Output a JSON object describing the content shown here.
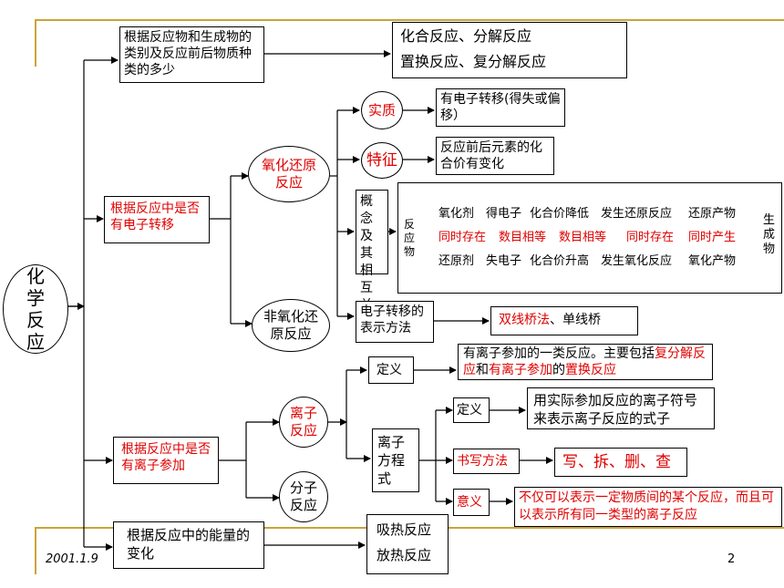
{
  "root": {
    "label": "化学反应"
  },
  "b1": {
    "criterion": "根据反应物和生成物的类别及反应前后物质种类的多少",
    "result_line1": "化合反应、分解反应",
    "result_line2": "置换反应、复分解反应"
  },
  "b2": {
    "criterion": "根据反应中是否有电子转移",
    "redox": "氧化还原反应",
    "non_redox": "非氧化还原反应",
    "essence_label": "实质",
    "essence_text": "有电子转移(得失或偏移）",
    "feature_label": "特征",
    "feature_text": "反应前后元素的化合价有变化",
    "concept_label": "概念及其相互关系",
    "reactant_label": "反应物",
    "product_label": "生成物",
    "row_top": [
      "氧化剂",
      "得电子",
      "化合价降低",
      "发生还原反应",
      "还原产物"
    ],
    "row_mid": [
      "同时存在",
      "数目相等",
      "数目相等",
      "同时存在",
      "同时产生"
    ],
    "row_bot": [
      "还原剂",
      "失电子",
      "化合价升高",
      "发生氧化反应",
      "氧化产物"
    ],
    "transfer_label": "电子转移的表示方法",
    "transfer_red": "双线桥法",
    "transfer_black": "、单线桥"
  },
  "b3": {
    "criterion": "根据反应中是否有离子参加",
    "ionic": "离子反应",
    "molecular": "分子反应",
    "def_label": "定义",
    "def_text_1": "有离子参加的一类反应。主要包括",
    "def_text_2": "复分解反应",
    "def_text_3": "和",
    "def_text_4": "有离子参加",
    "def_text_5": "的",
    "def_text_6": "置换反应",
    "equation_label": "离子方程式",
    "eq_def_label": "定义",
    "eq_def_text": "用实际参加反应的离子符号来表示离子反应的式子",
    "write_label": "书写方法",
    "write_text": "写、拆、删、查",
    "meaning_label": "意义",
    "meaning_text": "不仅可以表示一定物质间的某个反应，而且可以表示所有同一类型的离子反应"
  },
  "b4": {
    "criterion": "根据反应中的能量的变化",
    "endo": "吸热反应",
    "exo": "放热反应"
  },
  "footer": {
    "date": "2001.1.9",
    "page": "2"
  }
}
